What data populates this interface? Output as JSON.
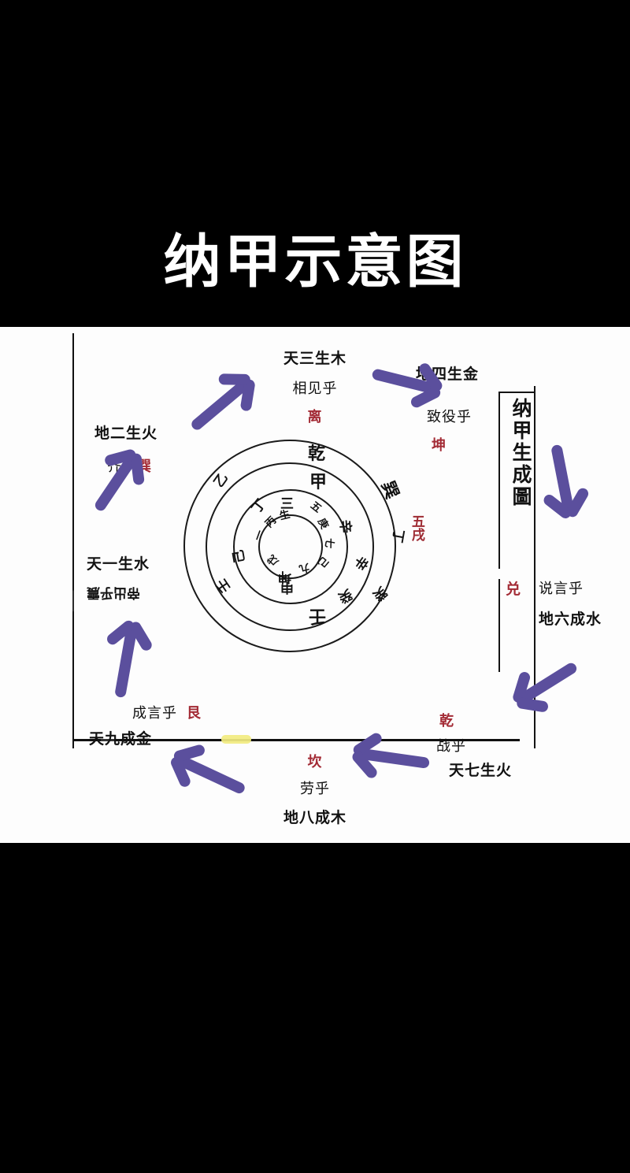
{
  "title": "纳甲示意图",
  "colors": {
    "background": "#000000",
    "panel": "#fdfdfd",
    "ink": "#111111",
    "red_ink": "#a32b35",
    "arrow": "#5b4f9d",
    "highlight": "#f2ec80"
  },
  "vertical_caption": {
    "text": "纳甲生成圖",
    "trigram": "兑"
  },
  "labels": {
    "top": {
      "line1": "天三生木",
      "line2": "相见乎",
      "trigram": "离"
    },
    "top_right": {
      "line1": "地四生金",
      "line2": "致役乎",
      "trigram": "坤"
    },
    "left_upper": {
      "line1": "地二生火",
      "line2": "齐乎",
      "trigram": "巽"
    },
    "left_middle": {
      "line1": "天一生水",
      "line2": "帝出乎震",
      "trigram": "震"
    },
    "bottom_left": {
      "line1": "成言乎",
      "trigram": "艮",
      "line2": "天九成金"
    },
    "bottom": {
      "trigram": "坎",
      "line1": "劳乎",
      "line2": "地八成木"
    },
    "bottom_right": {
      "trigram": "乾",
      "line1": "战乎",
      "line2": "天七生火"
    },
    "right": {
      "line1": "说言乎",
      "line2": "地六成水"
    }
  },
  "ring_glyphs": {
    "outer": [
      "乾",
      "巽",
      "丁",
      "癸",
      "乙"
    ],
    "second": [
      "甲",
      "壬",
      "坤",
      "己",
      "丁",
      "辛"
    ],
    "inner": [
      "三",
      "五",
      "一",
      "七",
      "九",
      "生"
    ],
    "red_inline": [
      "五戌"
    ],
    "extra": [
      "戊",
      "庚",
      "丙",
      "己",
      "辛",
      "癸",
      "壬",
      "申"
    ]
  },
  "arrows": [
    {
      "name": "arrow-to-top-left",
      "direction": "up-right"
    },
    {
      "name": "arrow-to-top-right",
      "direction": "right"
    },
    {
      "name": "arrow-to-left-upper",
      "direction": "up-right"
    },
    {
      "name": "arrow-to-left-lower",
      "direction": "up"
    },
    {
      "name": "arrow-to-right-down",
      "direction": "down"
    },
    {
      "name": "arrow-to-bottom-right",
      "direction": "down-left"
    },
    {
      "name": "arrow-to-bottom",
      "direction": "left"
    },
    {
      "name": "arrow-to-bottom-left",
      "direction": "up-left"
    }
  ]
}
